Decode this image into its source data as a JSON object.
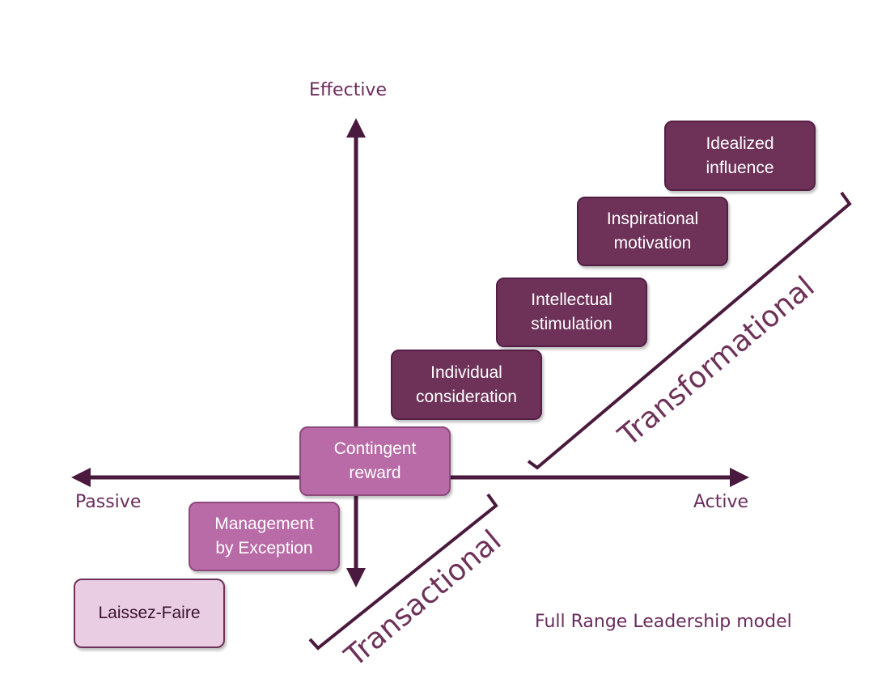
{
  "axes": {
    "top": "Effective",
    "left": "Passive",
    "right": "Active"
  },
  "styles": [
    {
      "id": "idealized",
      "label": "Idealized\ninfluence",
      "group": "Transformational",
      "tone": "dark"
    },
    {
      "id": "inspirational",
      "label": "Inspirational\nmotivation",
      "group": "Transformational",
      "tone": "dark"
    },
    {
      "id": "intellectual",
      "label": "Intellectual\nstimulation",
      "group": "Transformational",
      "tone": "dark"
    },
    {
      "id": "individual",
      "label": "Individual\nconsideration",
      "group": "Transformational",
      "tone": "dark"
    },
    {
      "id": "contingent",
      "label": "Contingent\nreward",
      "group": "Transactional",
      "tone": "mid"
    },
    {
      "id": "management",
      "label": "Management\nby Exception",
      "group": "Transactional",
      "tone": "mid"
    },
    {
      "id": "laissez",
      "label": "Laissez-Faire",
      "group": "",
      "tone": "light"
    }
  ],
  "groups": {
    "transformational": "Transformational",
    "transactional": "Transactional"
  },
  "title": "Full Range Leadership model",
  "colors": {
    "axis": "#4a1a3e",
    "dark": "#6e3259",
    "mid": "#b86ba6",
    "light": "#e8cde3",
    "text": "#6a2c5c"
  }
}
